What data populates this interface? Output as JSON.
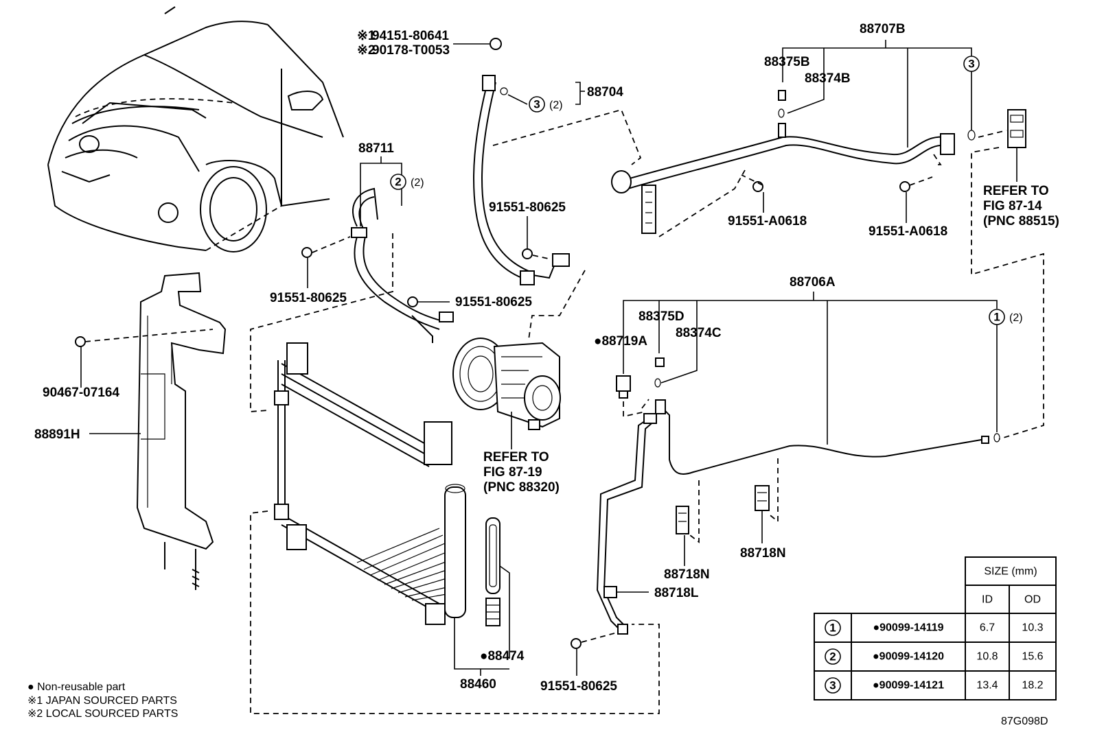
{
  "labels": {
    "p88707B": "88707B",
    "p88375B": "88375B",
    "p88374B": "88374B",
    "p88704": "88704",
    "p88711": "88711",
    "p91551_80625_a": "91551-80625",
    "p91551_80625_b": "91551-80625",
    "p91551_80625_c": "91551-80625",
    "p91551_80625_d": "91551-80625",
    "p91551_A0618_a": "91551-A0618",
    "p91551_A0618_b": "91551-A0618",
    "p90467": "90467-07164",
    "p88891H": "88891H",
    "p88706A": "88706A",
    "p88375D": "88375D",
    "p88374C": "88374C",
    "p88719A": "●88719A",
    "p88718N_a": "88718N",
    "p88718N_b": "88718N",
    "p88718L": "88718L",
    "p88474": "●88474",
    "p88460": "88460",
    "ref1_l1": "※1",
    "ref1_num": "94151-80641",
    "ref2_l1": "※2",
    "ref2_num": "90178-T0053",
    "refer_a_1": "REFER TO",
    "refer_a_2": "FIG 87-14",
    "refer_a_3": "(PNC 88515)",
    "refer_b_1": "REFER TO",
    "refer_b_2": "FIG 87-19",
    "refer_b_3": "(PNC 88320)",
    "qty2": "(2)",
    "figure_code": "87G098D"
  },
  "callouts": {
    "c1": "1",
    "c2": "2",
    "c3": "3"
  },
  "legend": {
    "line1": "● Non-reusable part",
    "line2": "※1 JAPAN SOURCED PARTS",
    "line3": "※2 LOCAL SOURCED PARTS"
  },
  "size_table": {
    "header": "SIZE (mm)",
    "col_id": "ID",
    "col_od": "OD",
    "rows": [
      {
        "ref": "1",
        "part": "●90099-14119",
        "id": "6.7",
        "od": "10.3"
      },
      {
        "ref": "2",
        "part": "●90099-14120",
        "id": "10.8",
        "od": "15.6"
      },
      {
        "ref": "3",
        "part": "●90099-14121",
        "id": "13.4",
        "od": "18.2"
      }
    ]
  }
}
